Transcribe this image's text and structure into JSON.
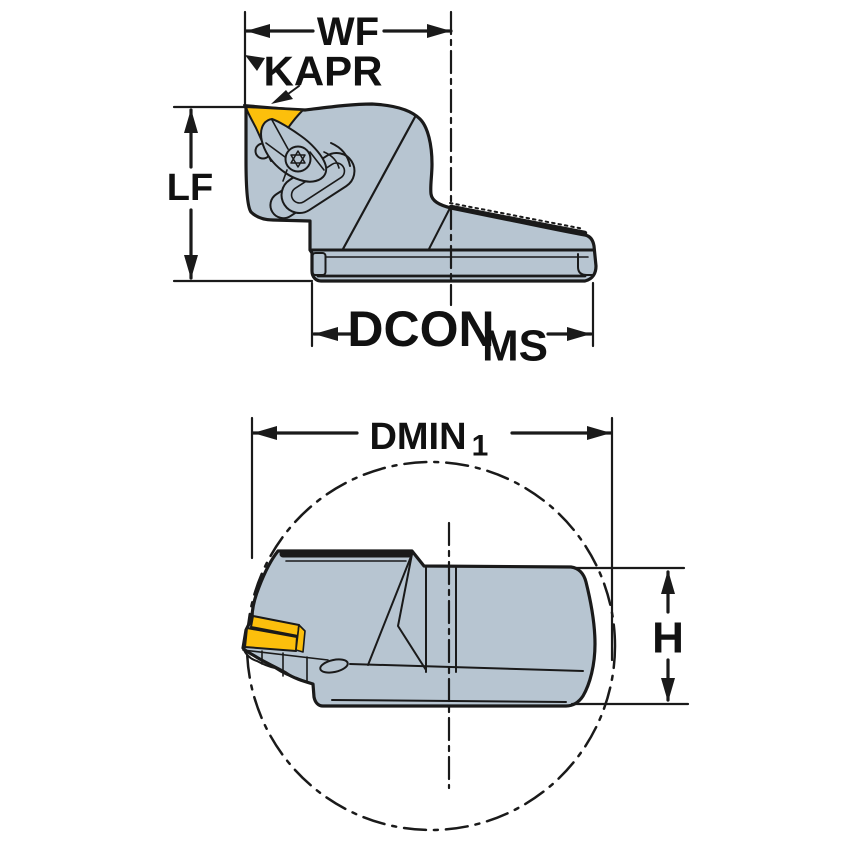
{
  "labels": {
    "wf": "WF",
    "kapr": "KAPR",
    "lf": "LF",
    "dcon_main": "DCON",
    "dcon_sub": "MS",
    "dmin_main": "DMIN",
    "dmin_sub": "1",
    "h": "H"
  },
  "colors": {
    "background": "#ffffff",
    "body": "#b7c5d1",
    "insert": "#fcbf0c",
    "line": "#1a1a1a",
    "text": "#111111"
  }
}
